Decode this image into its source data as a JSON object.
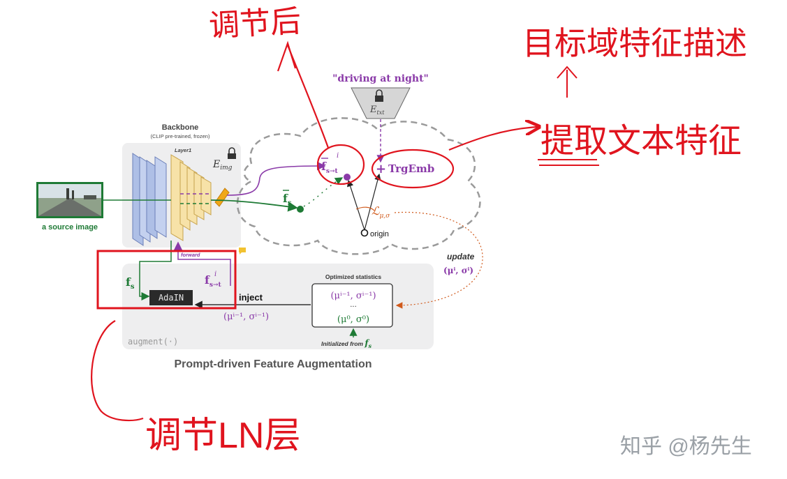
{
  "diagram": {
    "title": "Prompt-driven Feature Augmentation",
    "source_image_label": "a source image",
    "backbone_label": "Backbone",
    "backbone_sub": "(CLIP pre-trained, frozen)",
    "layer_label": "Layer1",
    "eimg": "E",
    "eimg_sub": "img",
    "prompt_text": "\"driving at night\"",
    "etxt": "E",
    "etxt_sub": "txt",
    "trgemb": "TrgEmb",
    "fs_bar": "f",
    "fs_bar_sub": "s",
    "fst_bar": "f",
    "fst_bar_sub": "s→t",
    "fst_bar_sup": "i",
    "loss": "ℒ",
    "loss_sub": "μ,σ",
    "origin": "origin",
    "update": "update",
    "update_stats": "(μⁱ, σⁱ)",
    "forward": "forward",
    "fs": "f",
    "fs_sub": "s",
    "fst": "f",
    "fst_sub": "s→t",
    "fst_sup": "i",
    "adain": "AdaIN",
    "inject": "inject",
    "inject_stats": "(μⁱ⁻¹, σⁱ⁻¹)",
    "opt_stats_title": "Optimized statistics",
    "opt_stats_top": "(μⁱ⁻¹, σⁱ⁻¹)",
    "opt_stats_dots": "···",
    "opt_stats_bottom": "(μ⁰, σ⁰)",
    "initialized_from": "Initialized from ",
    "initialized_from_f": "f",
    "initialized_from_sub": "s",
    "augment_label": "augment(·)"
  },
  "annotations": {
    "after_adjust": "调节后",
    "target_domain_desc": "目标域特征描述",
    "extract_text_feature": "提取文本特征",
    "adjust_ln_layer": "调节LN层"
  },
  "watermark": "知乎 @杨先生",
  "colors": {
    "green": "#1e7a35",
    "purple": "#8a3aa8",
    "red_ink": "#e0141e",
    "orange_loss": "#d05a1c",
    "backbone_blue": "#aebfe6",
    "layer_yellow": "#f7e2a8",
    "gray_box": "#eeeeef"
  }
}
